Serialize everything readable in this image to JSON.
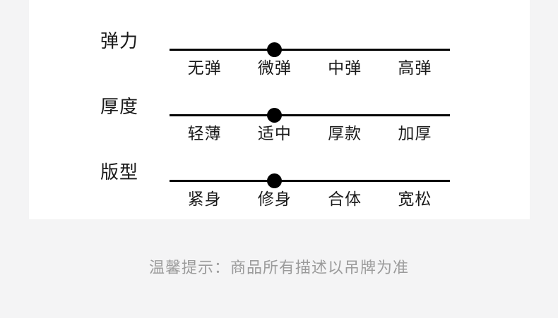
{
  "theme": {
    "page_background": "#f4f4f5",
    "card_background": "#ffffff",
    "track_color": "#000000",
    "thumb_color": "#000000",
    "text_color": "#1a1a1a",
    "note_color": "#9b9b9b"
  },
  "spec_card": {
    "rows": [
      {
        "attribute": "弹力",
        "options": [
          "无弹",
          "微弹",
          "中弹",
          "高弹"
        ],
        "selected_index": 1,
        "selected_value": "微弹",
        "thumb_percent": 37.5
      },
      {
        "attribute": "厚度",
        "options": [
          "轻薄",
          "适中",
          "厚款",
          "加厚"
        ],
        "selected_index": 1,
        "selected_value": "适中",
        "thumb_percent": 37.5
      },
      {
        "attribute": "版型",
        "options": [
          "紧身",
          "修身",
          "合体",
          "宽松"
        ],
        "selected_index": 1,
        "selected_value": "修身",
        "thumb_percent": 37.5
      }
    ]
  },
  "footer": {
    "note": "温馨提示：商品所有描述以吊牌为准"
  }
}
